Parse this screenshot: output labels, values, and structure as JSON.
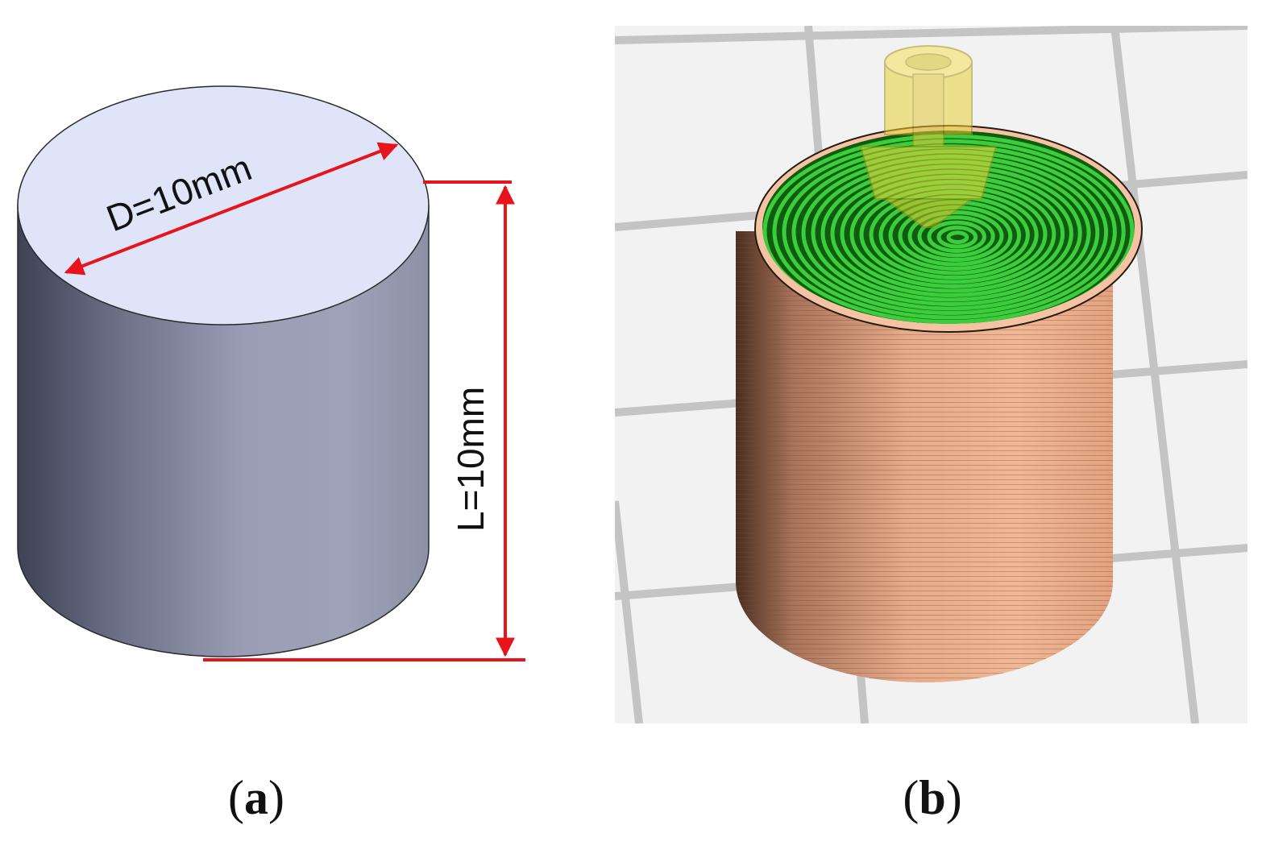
{
  "panel_a": {
    "diameter_label": "D=10mm",
    "length_label": "L=10mm",
    "dimension_color": "#e8141c",
    "body_colors": [
      "#44485c",
      "#8f93a8",
      "#9ea2b8",
      "#9498ae"
    ],
    "top_color": "#dfe4f8"
  },
  "panel_b": {
    "background_color": "#f2f2f2",
    "grid_color": "#c4c4c4",
    "wall_color": "#e8ab88",
    "infill_color": "#1fa31f",
    "nozzle_color": "#e8d23a"
  },
  "captions": {
    "a_open": "(",
    "a_letter": "a",
    "a_close": ")",
    "b_open": "(",
    "b_letter": "b",
    "b_close": ")"
  }
}
